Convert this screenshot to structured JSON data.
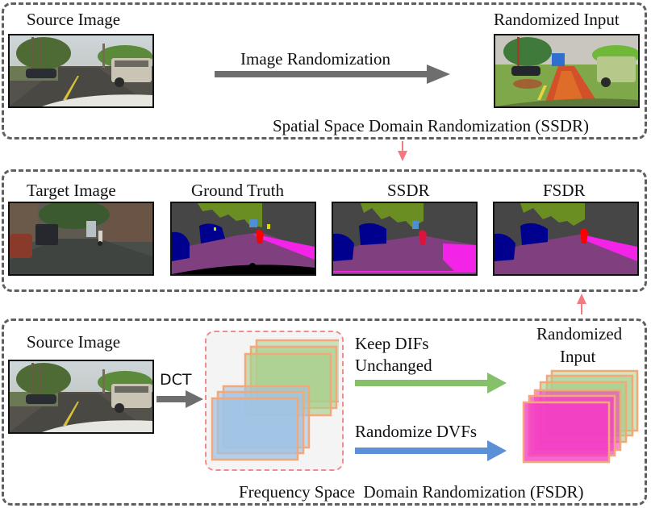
{
  "ssdr_panel": {
    "source_label": "Source Image",
    "arrow_label": "Image Randomization",
    "output_label": "Randomized Input",
    "caption": "Spatial Space Domain Randomization (SSDR)"
  },
  "results_panel": {
    "columns": [
      {
        "label": "Target Image"
      },
      {
        "label": "Ground Truth"
      },
      {
        "label": "SSDR"
      },
      {
        "label": "FSDR"
      }
    ]
  },
  "fsdr_panel": {
    "source_label": "Source Image",
    "transform_label": "DCT",
    "keep_label_line1": "Keep DIFs",
    "keep_label_line2": "Unchanged",
    "randomize_label": "Randomize DVFs",
    "output_label_line1": "Randomized",
    "output_label_line2": "Input",
    "caption": "Frequency Space  Domain Randomization (FSDR)"
  },
  "colors": {
    "panel_border": "#5f5f5f",
    "connector_arrow": "#f47a80",
    "gray_arrow": "#6e6e6e",
    "dif_green": "#a9cf8e",
    "dvf_blue": "#9fc3e5",
    "randomized_magenta": "#f43fc4",
    "layer_border": "#f2a878",
    "freq_box_border": "#f08c8c",
    "keep_arrow": "#86c06a",
    "randomize_arrow": "#5b8fd6",
    "seg_road": "#804080",
    "seg_car": "#00008e",
    "seg_vegetation": "#6b8e23",
    "seg_building": "#464646",
    "seg_sidewalk": "#f423e8",
    "seg_person": "#ff0000"
  }
}
